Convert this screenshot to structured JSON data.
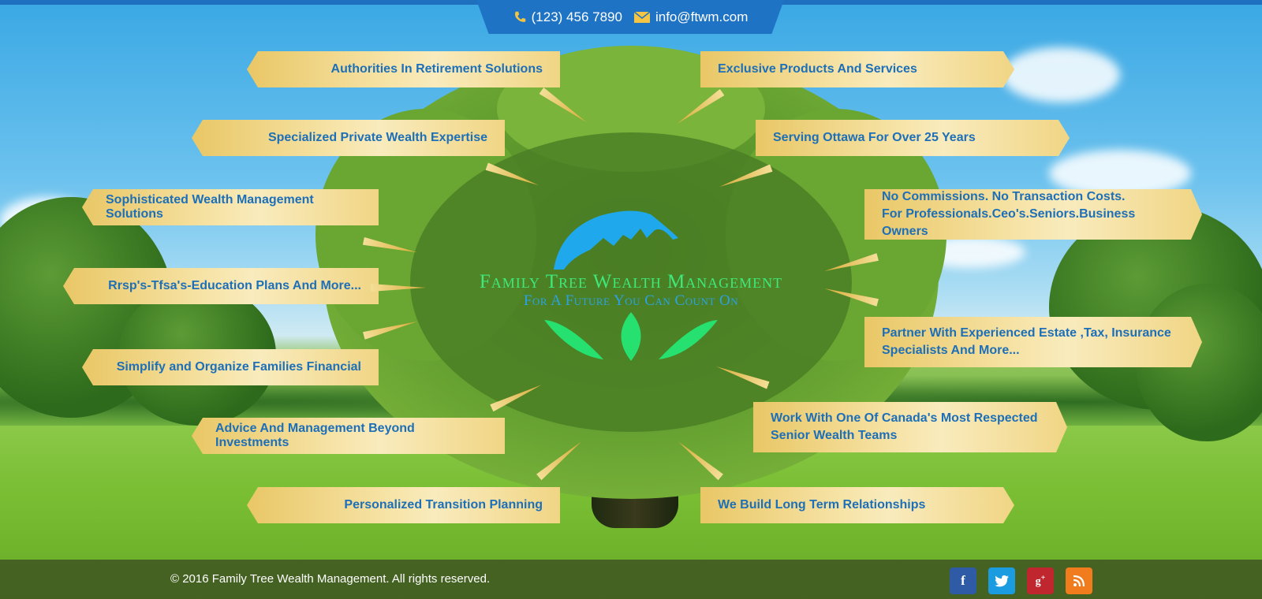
{
  "contact": {
    "phone": "(123) 456 7890",
    "email": "info@ftwm.com",
    "phone_icon": "phone-icon",
    "email_icon": "envelope-icon"
  },
  "logo": {
    "brand": "Family Tree Wealth Management",
    "tagline": "For A Future You Can Count On",
    "mountain_color": "#1fa9ec",
    "leaf_color": "#26e070"
  },
  "ribbons_left": [
    "Authorities In Retirement Solutions",
    "Specialized Private Wealth Expertise",
    "Sophisticated Wealth Management Solutions",
    "Rrsp's-Tfsa's-Education Plans And More...",
    "Simplify and Organize Families Financial",
    "Advice And Management Beyond Investments",
    "Personalized Transition Planning"
  ],
  "ribbons_right": [
    {
      "line1": "Exclusive Products And Services",
      "line2": ""
    },
    {
      "line1": "Serving Ottawa For Over 25 Years",
      "line2": ""
    },
    {
      "line1": "No Commissions. No Transaction Costs.",
      "line2": "For Professionals.Ceo's.Seniors.Business Owners"
    },
    {
      "line1": "Partner With Experienced Estate ,Tax, Insurance",
      "line2": "Specialists And More..."
    },
    {
      "line1": "Work With One Of Canada's Most Respected",
      "line2": "Senior Wealth Teams"
    },
    {
      "line1": "We Build Long Term Relationships",
      "line2": ""
    }
  ],
  "footer": {
    "copyright": "© 2016 Family Tree Wealth Management. All rights reserved.",
    "social": [
      {
        "name": "facebook-icon",
        "glyph": "f",
        "color": "#2f5aa6"
      },
      {
        "name": "twitter-icon",
        "glyph": "t",
        "color": "#1b9ce0"
      },
      {
        "name": "google-plus-icon",
        "glyph": "g+",
        "color": "#c0262d"
      },
      {
        "name": "rss-icon",
        "glyph": "rss",
        "color": "#f07c1d"
      }
    ]
  },
  "colors": {
    "accent_blue": "#1f73c4",
    "ribbon_gold": "#f0d584",
    "ribbon_text": "#1d6fb8"
  }
}
